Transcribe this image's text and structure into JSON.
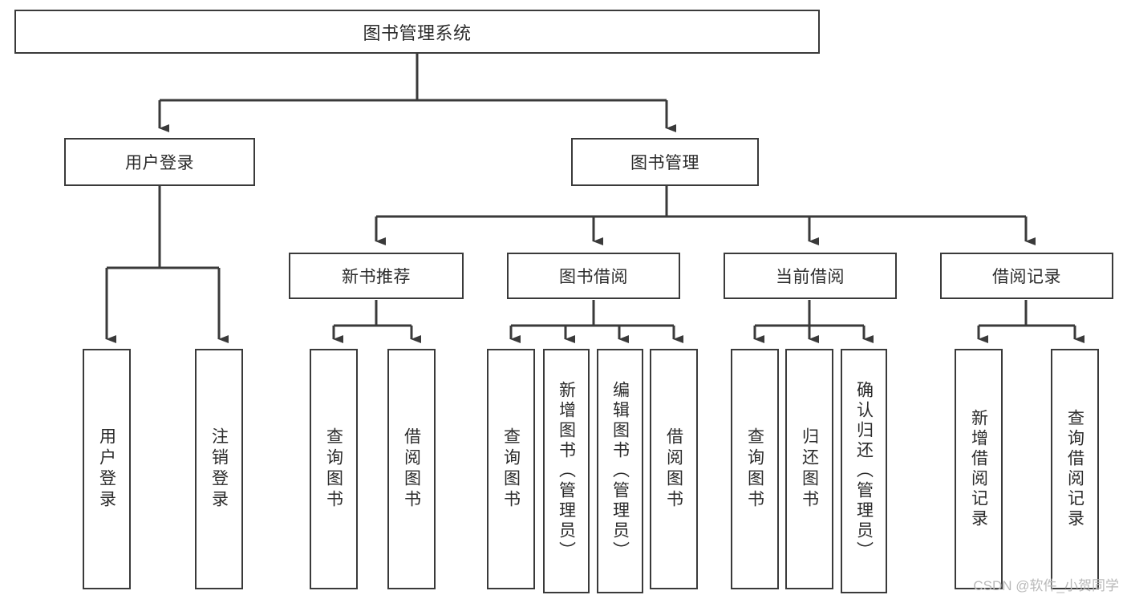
{
  "diagram": {
    "title": "图书管理系统",
    "type": "tree-hierarchy-chart",
    "root": {
      "label": "图书管理系统"
    },
    "level2": [
      {
        "id": "user-login",
        "label": "用户登录"
      },
      {
        "id": "book-manage",
        "label": "图书管理"
      }
    ],
    "level3": [
      {
        "id": "new-book-recommend",
        "label": "新书推荐"
      },
      {
        "id": "book-borrow",
        "label": "图书借阅"
      },
      {
        "id": "current-borrow",
        "label": "当前借阅"
      },
      {
        "id": "borrow-record",
        "label": "借阅记录"
      }
    ],
    "leaves": {
      "user_login": [
        {
          "id": "user-login-leaf",
          "label": "用户登录"
        },
        {
          "id": "user-logout-leaf",
          "label": "注销登录"
        }
      ],
      "new_book_recommend": [
        {
          "id": "query-book-1",
          "label": "查询图书"
        },
        {
          "id": "borrow-book-1",
          "label": "借阅图书"
        }
      ],
      "book_borrow": [
        {
          "id": "query-book-2",
          "label": "查询图书"
        },
        {
          "id": "add-book-admin",
          "label": "新增图书（管理员）"
        },
        {
          "id": "edit-book-admin",
          "label": "编辑图书（管理员）"
        },
        {
          "id": "borrow-book-2",
          "label": "借阅图书"
        }
      ],
      "current_borrow": [
        {
          "id": "query-book-3",
          "label": "查询图书"
        },
        {
          "id": "return-book",
          "label": "归还图书"
        },
        {
          "id": "confirm-return-admin",
          "label": "确认归还（管理员）"
        }
      ],
      "borrow_record": [
        {
          "id": "add-borrow-record",
          "label": "新增借阅记录"
        },
        {
          "id": "query-borrow-record",
          "label": "查询借阅记录"
        }
      ]
    }
  },
  "watermark": {
    "text": "CSDN @软件_小贺同学"
  },
  "colors": {
    "stroke": "#3a3a3a",
    "background": "#ffffff",
    "text": "#2b2b2b",
    "watermark": "#b9b9b9"
  }
}
